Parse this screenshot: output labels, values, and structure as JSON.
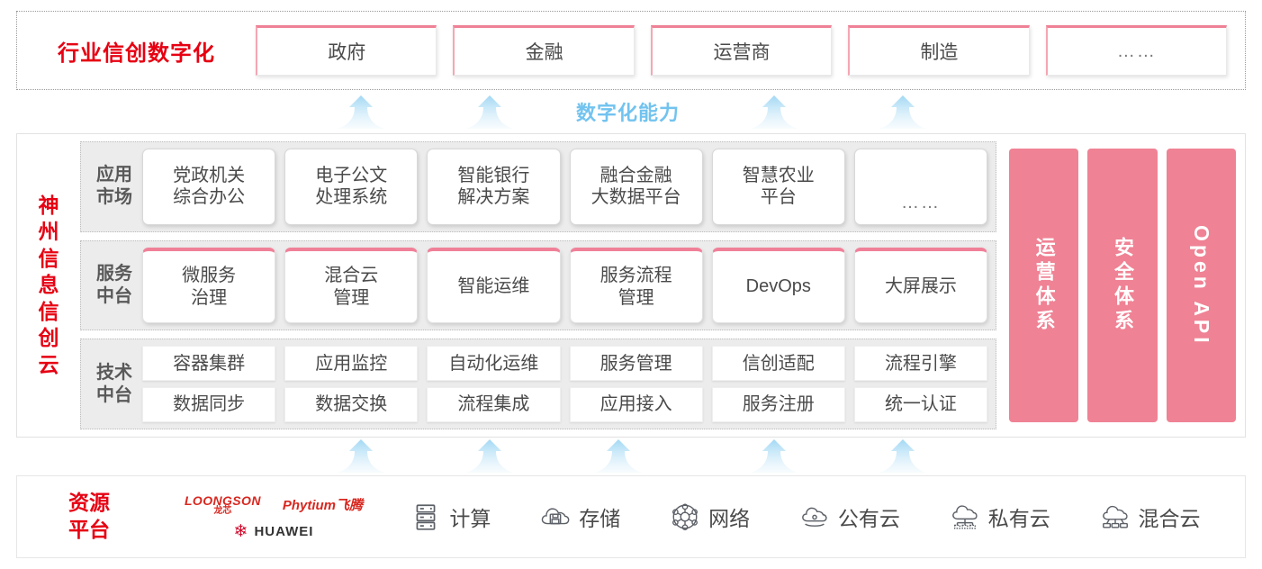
{
  "industry": {
    "title": "行业信创数字化",
    "cards": [
      "政府",
      "金融",
      "运营商",
      "制造",
      "……"
    ]
  },
  "capability": {
    "label": "数字化能力",
    "arrow_icon": "up-arrow-icon",
    "arrow_count_top": 4,
    "arrow_count_bottom": 5
  },
  "cloud": {
    "title": "神州信息信创云",
    "title_chars": [
      "神",
      "州",
      "信",
      "息",
      "信",
      "创",
      "云"
    ],
    "layers": [
      {
        "id": "app-market",
        "label": "应用\n市场",
        "label_lines": [
          "应用",
          "市场"
        ],
        "cards": [
          "党政机关\n综合办公",
          "电子公文\n处理系统",
          "智能银行\n解决方案",
          "融合金融\n大数据平台",
          "智慧农业\n平台",
          "……"
        ]
      },
      {
        "id": "service-platform",
        "label_lines": [
          "服务",
          "中台"
        ],
        "cards": [
          "微服务\n治理",
          "混合云\n管理",
          "智能运维",
          "服务流程\n管理",
          "DevOps",
          "大屏展示"
        ]
      },
      {
        "id": "tech-platform",
        "label_lines": [
          "技术",
          "中台"
        ],
        "rows": [
          [
            "容器集群",
            "应用监控",
            "自动化运维",
            "服务管理",
            "信创适配",
            "流程引擎"
          ],
          [
            "数据同步",
            "数据交换",
            "流程集成",
            "应用接入",
            "服务注册",
            "统一认证"
          ]
        ]
      }
    ],
    "pillars": [
      {
        "id": "operations",
        "text": "运营体系",
        "latin": false
      },
      {
        "id": "security",
        "text": "安全体系",
        "latin": false
      },
      {
        "id": "open-api",
        "text": "Open API",
        "latin": true
      }
    ]
  },
  "resource": {
    "title_lines": [
      "资源",
      "平台"
    ],
    "vendors": [
      {
        "id": "loongson",
        "en": "LOONGSON",
        "cn": "龙芯"
      },
      {
        "id": "phytium",
        "text": "Phytium飞腾"
      },
      {
        "id": "huawei",
        "text": "HUAWEI"
      }
    ],
    "items": [
      {
        "icon": "server-icon",
        "label": "计算"
      },
      {
        "icon": "cloud-storage-icon",
        "label": "存储"
      },
      {
        "icon": "network-icon",
        "label": "网络"
      },
      {
        "icon": "public-cloud-icon",
        "label": "公有云"
      },
      {
        "icon": "private-cloud-icon",
        "label": "私有云"
      },
      {
        "icon": "hybrid-cloud-icon",
        "label": "混合云"
      }
    ]
  },
  "colors": {
    "brand_red": "#e60012",
    "pink": "#ef8294",
    "arrow_blue": "#a9dcf5",
    "capability_blue": "#72c3ef",
    "panel_gray": "#ececec"
  }
}
